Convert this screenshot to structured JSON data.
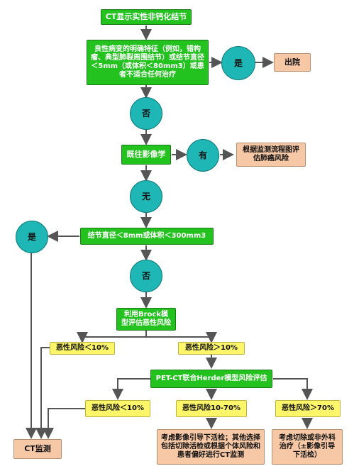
{
  "nodes": {
    "title": "CT显示实性非钙化结节",
    "benign": "良性病变的明确特征（例如，错构瘤、典型肺裂周围结节）或结节直径＜5mm（或体积＜80mm3）或患者不适合任何治疗",
    "yes1": "是",
    "discharge": "出院",
    "no1": "否",
    "prior": "既往影像学",
    "have": "有",
    "monitor_plan": "根据监测流程图评估肺癌风险",
    "none": "无",
    "yes2": "是",
    "size": "结节直径＜8mm或体积＜300mm3",
    "no2": "否",
    "brock": "利用Brock模型评估恶性风险",
    "risk_lt10": "恶性风险＜10%",
    "risk_gt10": "恶性风险＞10%",
    "herder": "PET-CT联合Herder模型风险评估",
    "herder_lt10": "恶性风险＜10%",
    "herder_10_70": "恶性风险10-70%",
    "herder_gt70": "恶性风险＞70%",
    "ct_monitor": "CT监测",
    "biopsy": "考虑影像引导下活检；其他选择包括切除活检或根据个体风险和患者偏好进行CT监测",
    "resection": "考虑切除或非外科治疗（±影像引导下活检）"
  },
  "colors": {
    "process": "#23c21f",
    "decision": "#1fb6b6",
    "risk": "#fdf66a",
    "outcome": "#f7c8a6",
    "arrow": "#555555"
  }
}
